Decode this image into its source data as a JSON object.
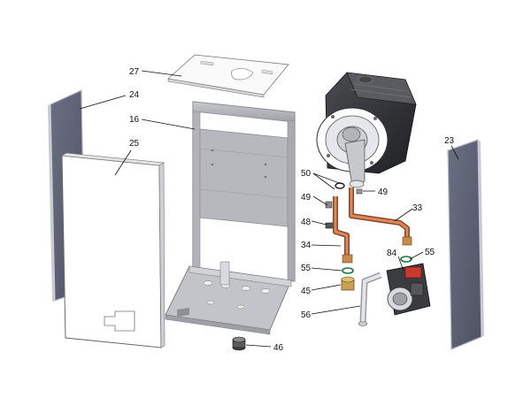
{
  "labels": {
    "p27": "27",
    "p24": "24",
    "p16": "16",
    "p25": "25",
    "p23": "23",
    "p50": "50",
    "p49a": "49",
    "p49b": "49",
    "p48": "48",
    "p33": "33",
    "p34": "34",
    "p55a": "55",
    "p55b": "55",
    "p84": "84",
    "p45": "45",
    "p56": "56",
    "p46": "46"
  },
  "colors": {
    "panel_dark": "#5c6072",
    "panel_edge": "#c9cbd3",
    "frame": "#b7b8bd",
    "frame_dark": "#8f9096",
    "copper": "#b8643a",
    "heat_exchanger": "#2e2f33",
    "white_panel": "#ffffff"
  }
}
